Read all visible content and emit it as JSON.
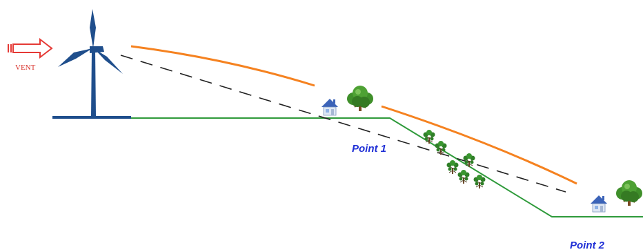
{
  "wind": {
    "label": "VENT"
  },
  "points": [
    {
      "label": "Point 1"
    },
    {
      "label": "Point 2"
    }
  ],
  "colors": {
    "turbine": "#1f4e8c",
    "ground": "#2e9a3a",
    "orange_line": "#f58220",
    "dashed_line": "#222222",
    "arrow": "#e53935",
    "labels": "#1f2fd6",
    "house_wall": "#dfe8f5",
    "house_roof": "#3b63b8",
    "tree_foliage": "#3f8f2a",
    "tree_trunk": "#7a4a22"
  },
  "icons": [
    "wind-arrow-icon",
    "wind-turbine-icon",
    "house-icon",
    "tree-icon"
  ]
}
